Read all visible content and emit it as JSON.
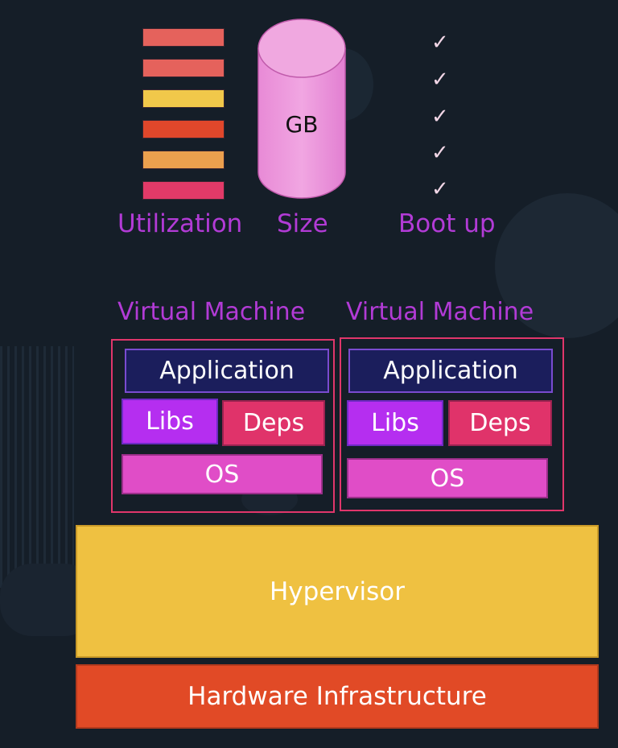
{
  "metrics": {
    "utilization_label": "Utilization",
    "size_label": "Size",
    "boot_label": "Boot up",
    "size_unit": "GB",
    "check_glyph": "✓",
    "bar_colors": [
      "#e5625c",
      "#e5625c",
      "#f1c84a",
      "#e0472b",
      "#eca04e",
      "#e23a68"
    ]
  },
  "virtual_machines": [
    {
      "title": "Virtual Machine",
      "app": "Application",
      "libs": "Libs",
      "deps": "Deps",
      "os": "OS"
    },
    {
      "title": "Virtual Machine",
      "app": "Application",
      "libs": "Libs",
      "deps": "Deps",
      "os": "OS"
    }
  ],
  "layers": {
    "hypervisor": "Hypervisor",
    "hardware": "Hardware Infrastructure"
  },
  "colors": {
    "background": "#151e28",
    "accent_purple": "#b23bd6",
    "vm_border": "#e0366b",
    "hypervisor": "#efc141",
    "hardware": "#e14a26"
  }
}
